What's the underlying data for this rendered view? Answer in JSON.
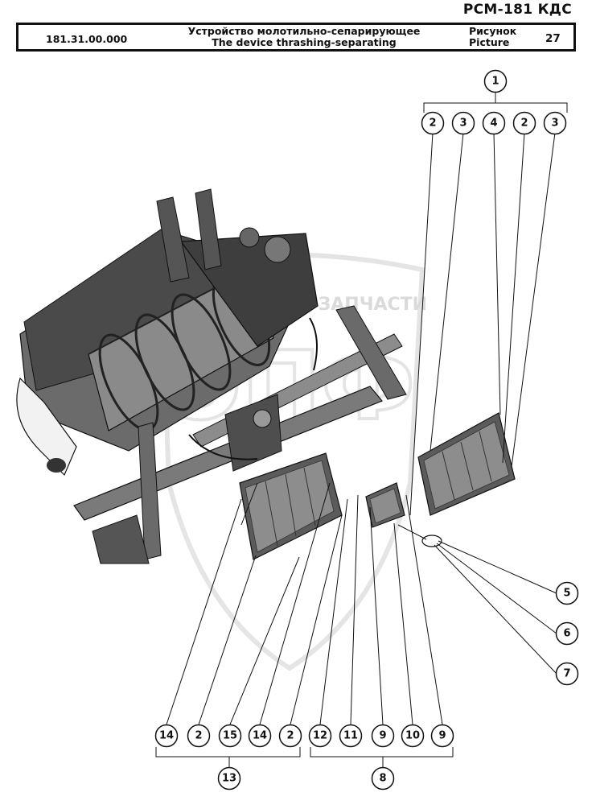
{
  "header": {
    "model": "РСМ-181 КДС",
    "code": "181.31.00.000",
    "name_ru": "Устройство молотильно-сепарирующее",
    "name_en": "The device thrashing-separating",
    "picture_ru": "Рисунок",
    "picture_en": "Picture",
    "picture_number": "27"
  },
  "watermark": {
    "top_text": "ТЕХНОЦЕНТР ЗАПЧАСТИ",
    "logo_text": "ЭПФ"
  },
  "callouts": [
    "1",
    "2",
    "3",
    "4",
    "2",
    "3",
    "5",
    "6",
    "7",
    "14",
    "2",
    "15",
    "14",
    "2",
    "12",
    "11",
    "9",
    "10",
    "9",
    "13",
    "8"
  ],
  "colors": {
    "line": "#111111",
    "part_fill": "#5a5a5a",
    "part_light": "#9a9a9a",
    "watermark": "#d8d8d8"
  }
}
